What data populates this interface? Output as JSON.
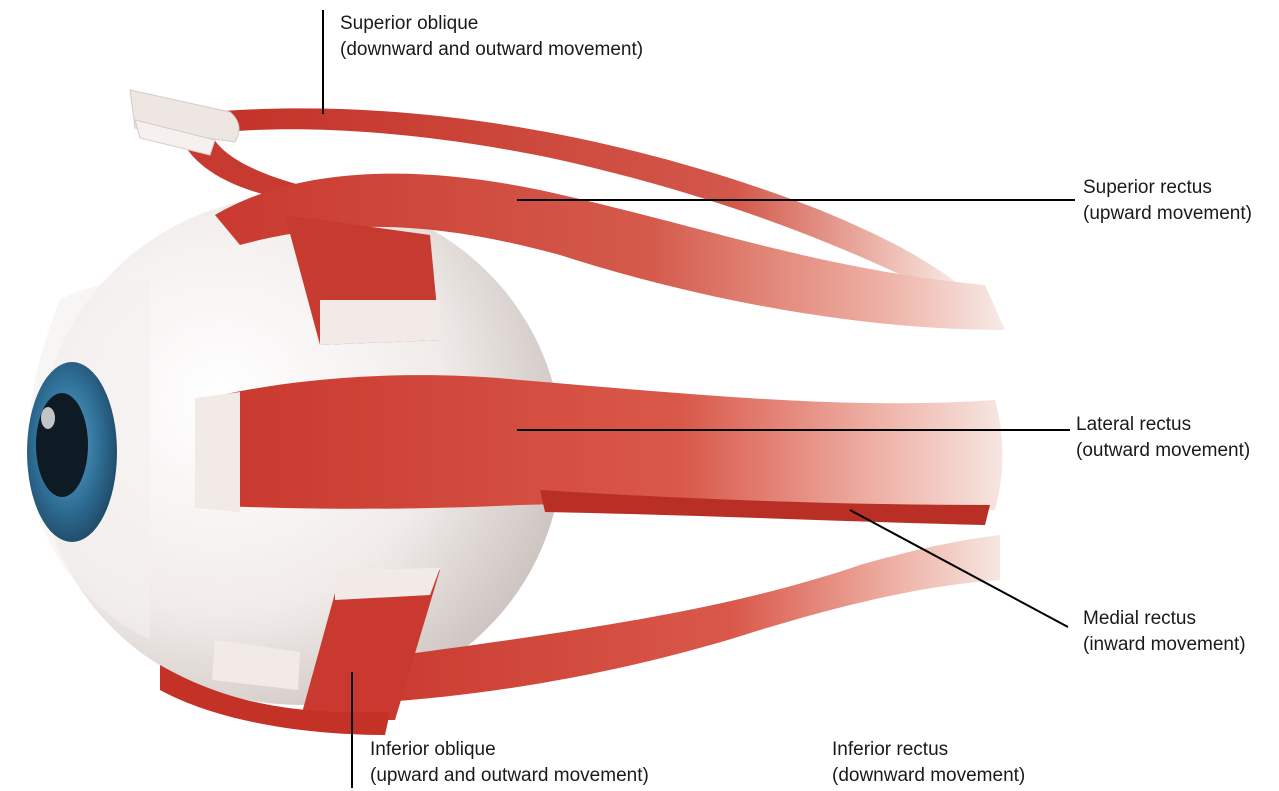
{
  "diagram": {
    "labels": {
      "superior_oblique": {
        "title": "Superior oblique",
        "desc": "(downward and outward movement)"
      },
      "superior_rectus": {
        "title": "Superior rectus",
        "desc": "(upward movement)"
      },
      "lateral_rectus": {
        "title": "Lateral rectus",
        "desc": "(outward movement)"
      },
      "medial_rectus": {
        "title": "Medial rectus",
        "desc": "(inward movement)"
      },
      "inferior_oblique": {
        "title": "Inferior oblique",
        "desc": "(upward and outward movement)"
      },
      "inferior_rectus": {
        "title": "Inferior rectus",
        "desc": "(downward movement)"
      }
    },
    "colors": {
      "muscle": "#c8372d",
      "muscle_light": "#e0614f",
      "tendon": "#f4ece8",
      "sclera": "#f3efed",
      "sclera_shadow": "#c9c0bc",
      "iris": "#2f6f96",
      "pupil": "#0e1a24",
      "leader_line": "#000000"
    }
  }
}
